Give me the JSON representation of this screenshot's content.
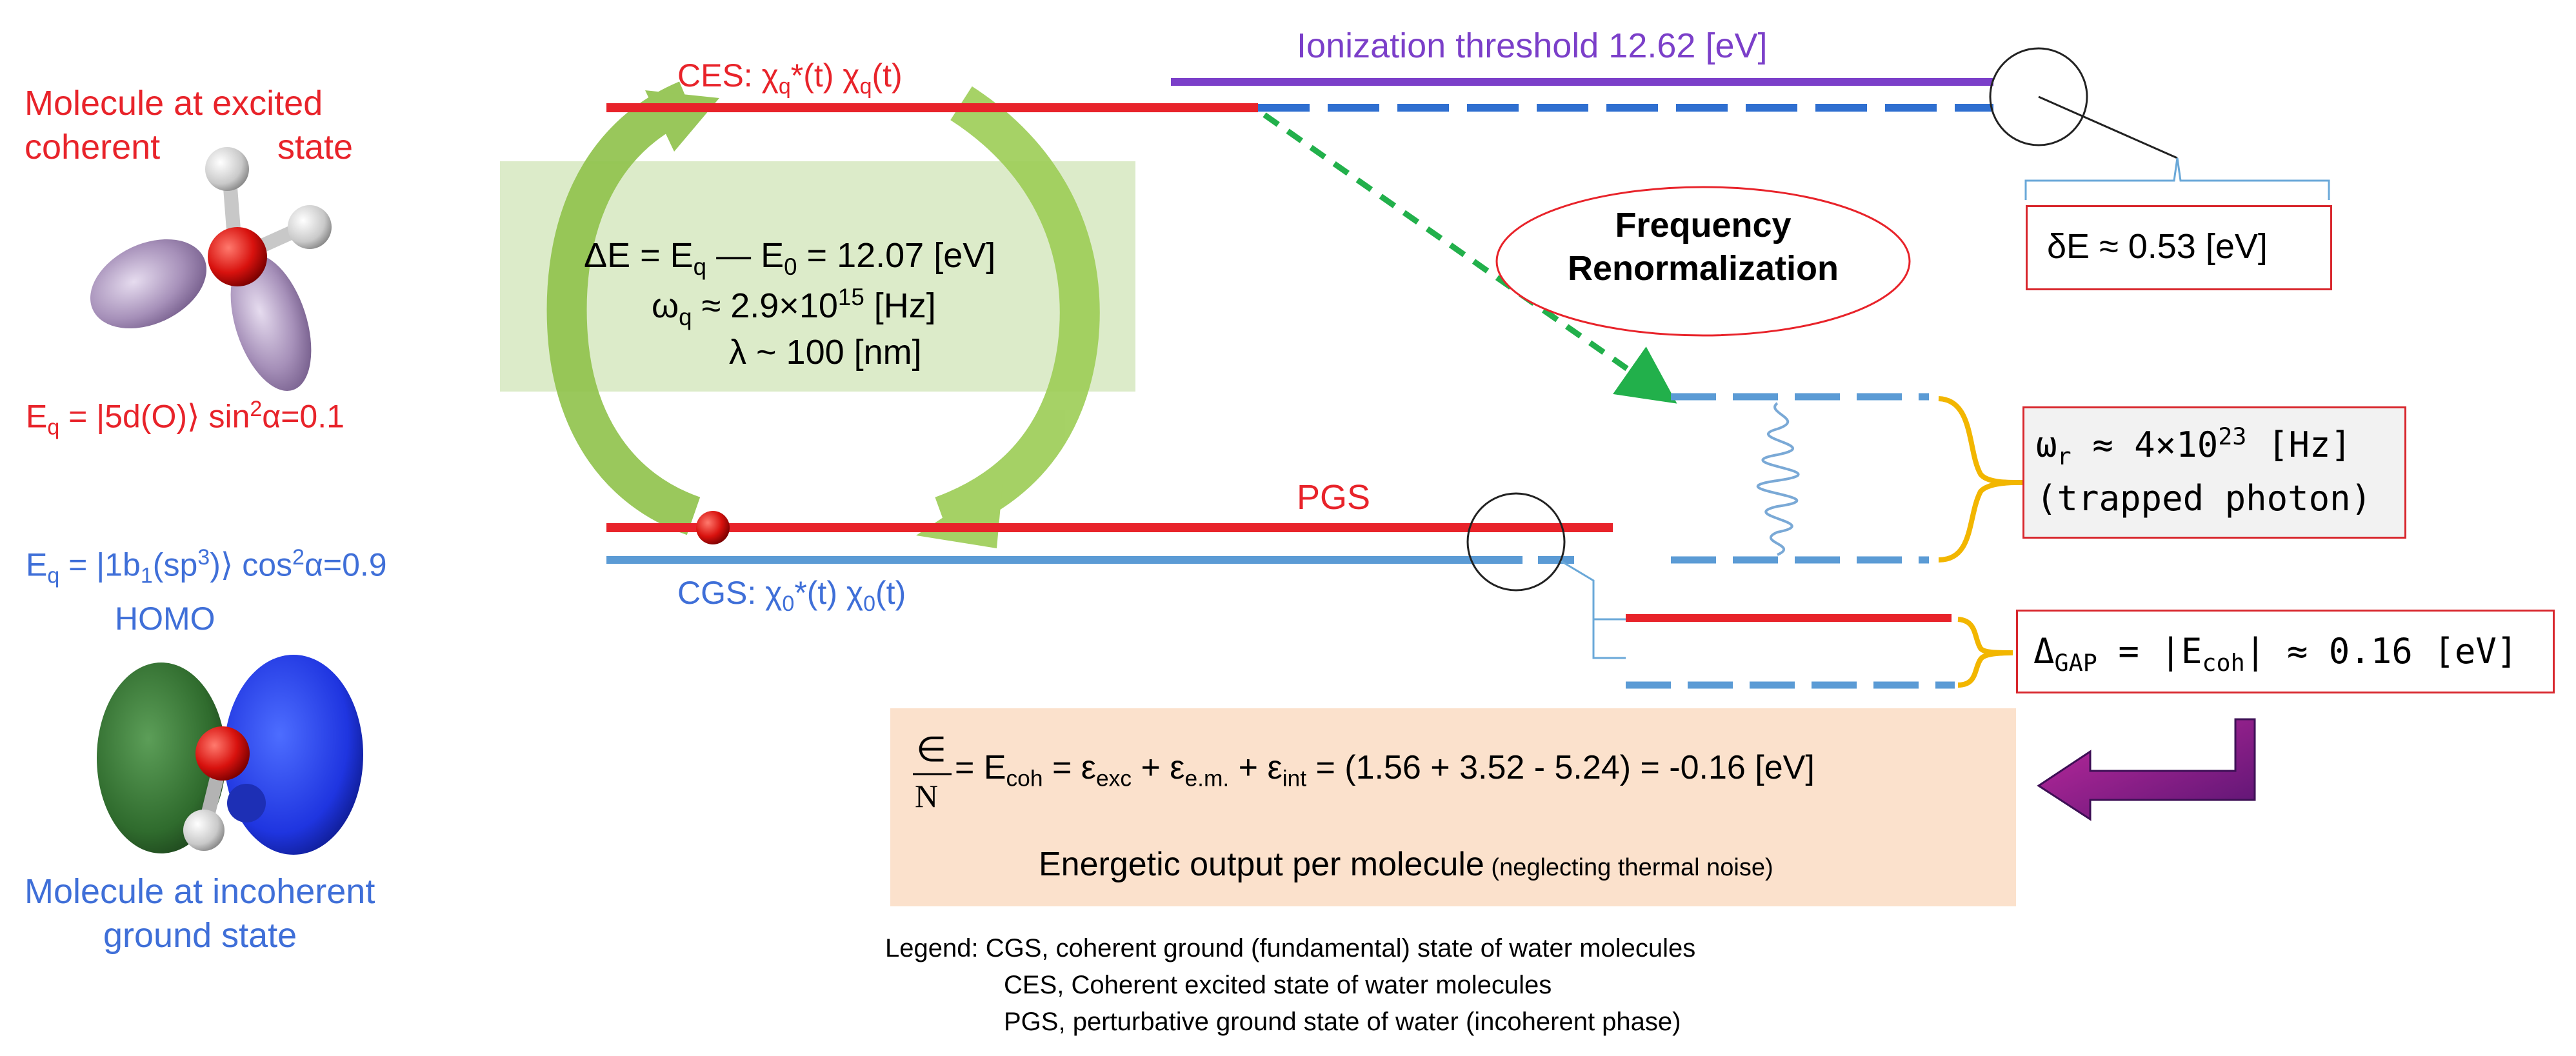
{
  "left_panel": {
    "excited_title_line1": "Molecule at excited",
    "excited_title_line2_a": "coherent",
    "excited_title_line2_b": "state",
    "eq_excited": "E",
    "eq_excited_sub": "q",
    "eq_excited_rest": " = |5d(O)⟩ sin",
    "eq_excited_sup": "2",
    "eq_excited_tail": "α=0.1",
    "eq_ground": "E",
    "eq_ground_sub": "q",
    "eq_ground_rest_a": " = |1b",
    "eq_ground_sub2": "1",
    "eq_ground_rest_b": "(sp",
    "eq_ground_sup": "3",
    "eq_ground_rest_c": ")⟩ cos",
    "eq_ground_sup2": "2",
    "eq_ground_tail": "α=0.9",
    "homo": "HOMO",
    "incoherent_line1": "Molecule at incoherent",
    "incoherent_line2": "ground state"
  },
  "levels": {
    "ces_label": "CES: ",
    "ces_chi": "χ",
    "ces_q": "q",
    "ces_mid": "*(t) χ",
    "ces_q2": "q",
    "ces_end": "(t)",
    "ionization": "Ionization threshold 12.62 [eV]",
    "pgs": "PGS",
    "cgs_label": "CGS: χ",
    "cgs_0": "0",
    "cgs_mid": "*(t) χ",
    "cgs_02": "0",
    "cgs_end": "(t)"
  },
  "energy_box": {
    "line1_a": "ΔE = E",
    "line1_sub1": "q",
    "line1_b": " — E",
    "line1_sub2": "0",
    "line1_c": " = 12.07 [eV]",
    "line2_a": "ω",
    "line2_sub": "q",
    "line2_b": " ≈ 2.9×10",
    "line2_sup": "15",
    "line2_c": " [Hz]",
    "line3": "λ ~ 100 [nm]"
  },
  "freq_renorm_line1": "Frequency",
  "freq_renorm_line2": "Renormalization",
  "delta_e_box": "δE ≈ 0.53 [eV]",
  "omega_box": {
    "line1_a": "ω",
    "line1_sub": "r",
    "line1_b": " ≈ 4×10",
    "line1_sup": "23",
    "line1_c": " [Hz]",
    "line2": "(trapped photon)"
  },
  "gap_box": {
    "a": "Δ",
    "sub": "GAP",
    "b": " = |E",
    "sub2": "coh",
    "c": "| ≈ 0.16 [eV]"
  },
  "output_box": {
    "frac_num": "∈",
    "frac_den": "N",
    "eq_a": " = E",
    "eq_sub1": "coh",
    "eq_b": " = ε",
    "eq_sub2": "exc",
    "eq_c": " + ε",
    "eq_sub3": "e.m.",
    "eq_d": " + ε",
    "eq_sub4": "int",
    "eq_e": " = (1.56 + 3.52 - 5.24) = -0.16 [eV]",
    "caption_main": "Energetic output per molecule",
    "caption_small": " (neglecting thermal noise)"
  },
  "legend": {
    "line1": "Legend: CGS, coherent ground (fundamental) state of water molecules",
    "line2": "CES, Coherent excited state of water molecules",
    "line3": "PGS, perturbative ground state of water (incoherent phase)"
  },
  "colors": {
    "red": "#e8232a",
    "blue": "#3f6fd8",
    "level_blue": "#5b9bd5",
    "purple": "#7b3fc9",
    "green_box": "#dcebc9",
    "arrow_green": "#8fc24a",
    "dashed_arrow": "#22b04b",
    "brace": "#f2b600",
    "output_bg": "#fbe1cc",
    "corner_arrow": "#9b1c8c"
  },
  "icons": [
    "excited-molecule-icon",
    "ground-molecule-icon",
    "cycle-arrow-icon",
    "wave-icon",
    "corner-arrow-icon"
  ]
}
